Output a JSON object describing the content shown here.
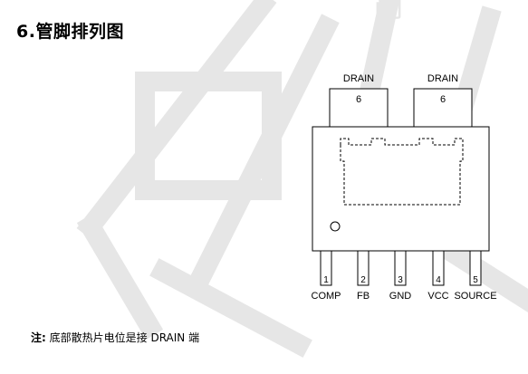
{
  "heading": "6.管脚排列图",
  "watermark": "简",
  "package": {
    "top_tabs": [
      {
        "label": "DRAIN",
        "number": "6"
      },
      {
        "label": "DRAIN",
        "number": "6"
      }
    ],
    "pins": [
      {
        "number": "1",
        "name": "COMP"
      },
      {
        "number": "2",
        "name": "FB"
      },
      {
        "number": "3",
        "name": "GND"
      },
      {
        "number": "4",
        "name": "VCC"
      },
      {
        "number": "5",
        "name": "SOURCE"
      }
    ]
  },
  "note": {
    "label": "注:",
    "text": "底部散热片电位是接 DRAIN 端"
  }
}
